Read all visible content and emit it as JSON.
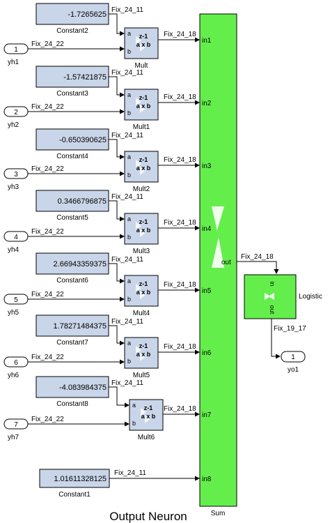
{
  "title": "Output Neuron",
  "signal_types": {
    "constant": "Fix_24_11",
    "input": "Fix_24_22",
    "mult_out": "Fix_24_18",
    "sum_out": "Fix_24_18",
    "logistic_out": "Fix_19_17"
  },
  "constants": [
    {
      "name": "Constant2",
      "value": "-1.7265625"
    },
    {
      "name": "Constant3",
      "value": "-1.57421875"
    },
    {
      "name": "Constant4",
      "value": "-0.650390625"
    },
    {
      "name": "Constant5",
      "value": "0.3466796875"
    },
    {
      "name": "Constant6",
      "value": "2.66943359375"
    },
    {
      "name": "Constant7",
      "value": "1.78271484375"
    },
    {
      "name": "Constant8",
      "value": "-4.083984375"
    },
    {
      "name": "Constant1",
      "value": "1.01611328125"
    }
  ],
  "inports": [
    {
      "number": "1",
      "name": "yh1"
    },
    {
      "number": "2",
      "name": "yh2"
    },
    {
      "number": "3",
      "name": "yh3"
    },
    {
      "number": "4",
      "name": "yh4"
    },
    {
      "number": "5",
      "name": "yh5"
    },
    {
      "number": "6",
      "name": "yh6"
    },
    {
      "number": "7",
      "name": "yh7"
    }
  ],
  "mults": [
    {
      "name": "Mult"
    },
    {
      "name": "Mult1"
    },
    {
      "name": "Mult2"
    },
    {
      "name": "Mult3"
    },
    {
      "name": "Mult4"
    },
    {
      "name": "Mult5"
    },
    {
      "name": "Mult6"
    }
  ],
  "mult_block": {
    "port_a": "a",
    "port_b": "b",
    "op": "a x b",
    "delay": "z-1"
  },
  "sum": {
    "name": "Sum",
    "ports": [
      "in1",
      "in2",
      "in3",
      "in4",
      "in5",
      "in6",
      "in7",
      "in8"
    ],
    "out_port": "out"
  },
  "logistic": {
    "name": "Logistic",
    "in_port": "in",
    "out_port": "out"
  },
  "outport": {
    "number": "1",
    "name": "yo1"
  },
  "colors": {
    "constant_fill": "#c9d5e8",
    "sum_fill": "#64ee4c",
    "block_fill": "#c9d5e8",
    "line": "#000000"
  }
}
